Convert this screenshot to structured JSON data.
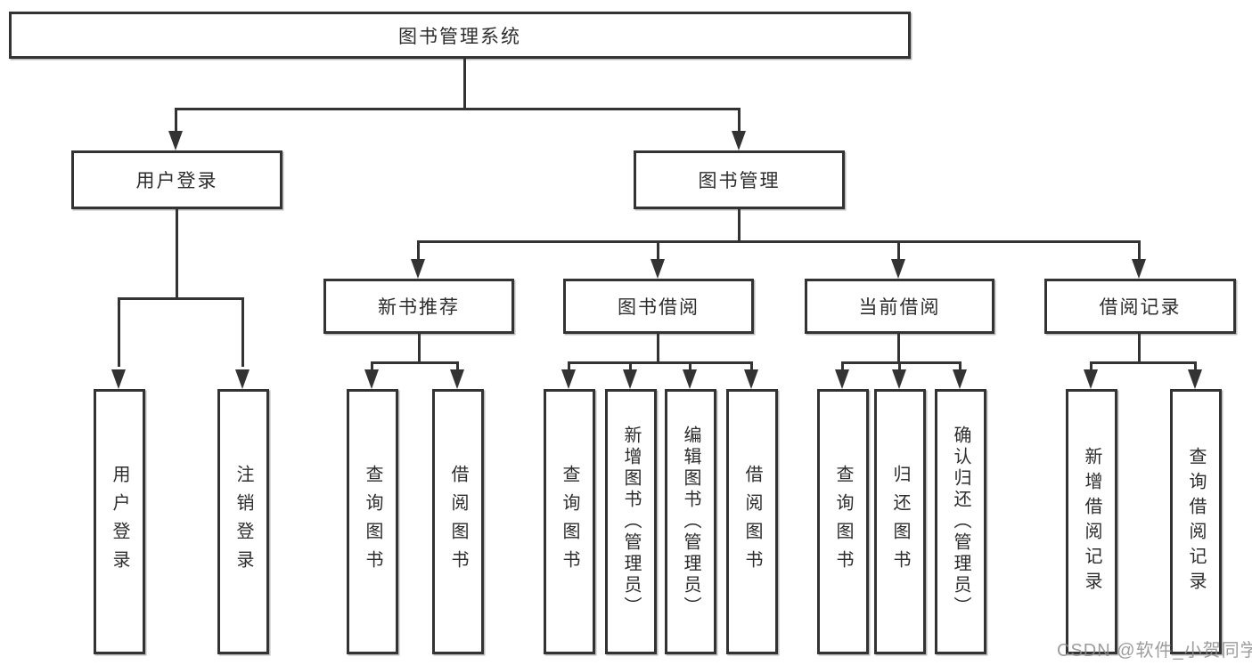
{
  "tree": {
    "root": {
      "label": "图书管理系统"
    },
    "level1": [
      {
        "label": "用户登录",
        "children": [
          {
            "label": "用户登录"
          },
          {
            "label": "注销登录"
          }
        ]
      },
      {
        "label": "图书管理",
        "children": [
          {
            "label": "新书推荐",
            "children": [
              {
                "label": "查询图书"
              },
              {
                "label": "借阅图书"
              }
            ]
          },
          {
            "label": "图书借阅",
            "children": [
              {
                "label": "查询图书"
              },
              {
                "label": "新增图书（管理员）"
              },
              {
                "label": "编辑图书（管理员）"
              },
              {
                "label": "借阅图书"
              }
            ]
          },
          {
            "label": "当前借阅",
            "children": [
              {
                "label": "查询图书"
              },
              {
                "label": "归还图书"
              },
              {
                "label": "确认归还（管理员）"
              }
            ]
          },
          {
            "label": "借阅记录",
            "children": [
              {
                "label": "新增借阅记录"
              },
              {
                "label": "查询借阅记录"
              }
            ]
          }
        ]
      }
    ]
  },
  "watermark": "CSDN @软件_小贺同学",
  "colors": {
    "line": "#333333",
    "text": "#2d2d2d",
    "box_fill": "#ffffff",
    "background": "#ffffff",
    "watermark": "#8c8c8c"
  }
}
